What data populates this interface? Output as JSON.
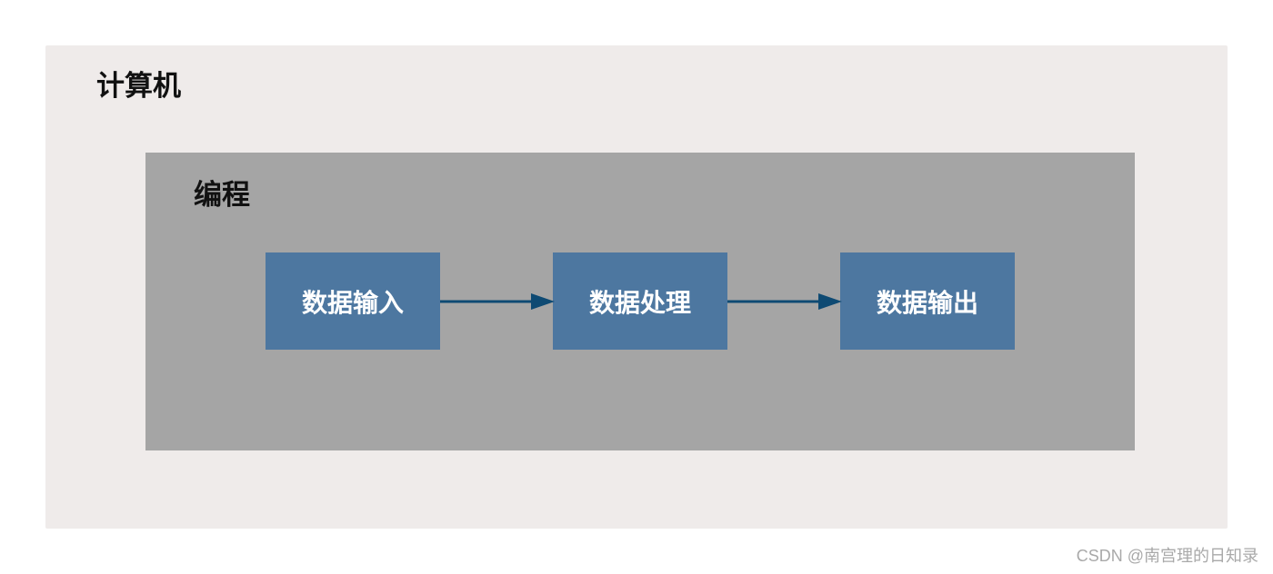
{
  "outer_container": {
    "title": "计算机",
    "background": "#efebea"
  },
  "inner_container": {
    "title": "编程",
    "background": "#a5a5a5"
  },
  "steps": [
    {
      "label": "数据输入"
    },
    {
      "label": "数据处理"
    },
    {
      "label": "数据输出"
    }
  ],
  "colors": {
    "step_box": "#4d77a0",
    "arrow": "#0e4a73"
  },
  "watermark": "CSDN @南宫理的日知录"
}
